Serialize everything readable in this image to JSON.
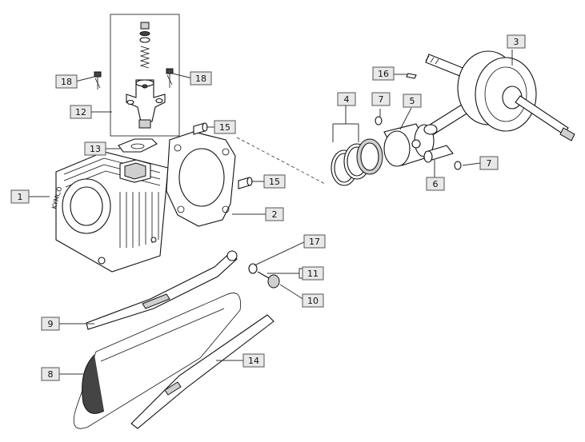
{
  "diagram": {
    "engraved_text": "KYMCO",
    "callouts": [
      {
        "id": "1",
        "label": "1"
      },
      {
        "id": "2",
        "label": "2"
      },
      {
        "id": "3",
        "label": "3"
      },
      {
        "id": "4",
        "label": "4"
      },
      {
        "id": "5",
        "label": "5"
      },
      {
        "id": "6",
        "label": "6"
      },
      {
        "id": "7a",
        "label": "7"
      },
      {
        "id": "7b",
        "label": "7"
      },
      {
        "id": "8",
        "label": "8"
      },
      {
        "id": "9",
        "label": "9"
      },
      {
        "id": "10",
        "label": "10"
      },
      {
        "id": "11",
        "label": "11"
      },
      {
        "id": "12",
        "label": "12"
      },
      {
        "id": "13",
        "label": "13"
      },
      {
        "id": "14",
        "label": "14"
      },
      {
        "id": "15a",
        "label": "15"
      },
      {
        "id": "15b",
        "label": "15"
      },
      {
        "id": "16",
        "label": "16"
      },
      {
        "id": "17",
        "label": "17"
      },
      {
        "id": "18a",
        "label": "18"
      },
      {
        "id": "18b",
        "label": "18"
      }
    ]
  }
}
